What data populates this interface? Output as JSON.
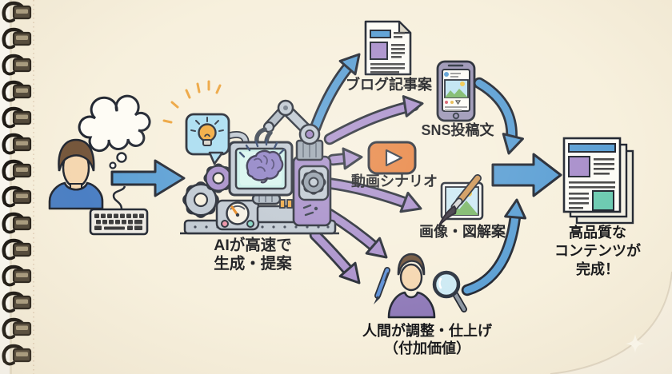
{
  "colors": {
    "paper": "#f7f0dd",
    "outline": "#232832",
    "arrow_blue": "#5b9fd4",
    "arrow_purple": "#a98fcb",
    "machine_gray": "#bfc8d1",
    "machine_purple": "#a58cc8",
    "screen_cyan": "#c9f0e9",
    "brain_purple": "#8d7fc4",
    "bulb_orange": "#f2a93b",
    "play_orange": "#e8813c",
    "bubble_blue": "#a9ddf1",
    "shirt_blue": "#4b7fc4",
    "shirt_purple": "#8f7ab8",
    "skin": "#f5d7b0",
    "hair_brown": "#76573c",
    "doc_teal": "#6ecbb2",
    "text_dark": "#17181b"
  },
  "labels": {
    "machine": {
      "line1": "AIが高速で",
      "line2": "生成・提案"
    },
    "blog": "ブログ記事案",
    "sns": "SNS投稿文",
    "video": "動画シナリオ",
    "image": "画像・図解案",
    "human": {
      "line1": "人間が調整・仕上げ",
      "line2": "（付加価値）"
    },
    "result": {
      "line1": "高品質な",
      "line2": "コンテンツが",
      "line3": "完成！"
    }
  },
  "icons": {
    "thought_bubble": "cloud-thought-bubble",
    "keyboard": "computer-keyboard",
    "idea_bulb": "lightbulb-in-speech-bubble",
    "ai_machine": "robot-arm-brain-monitor-gears",
    "blog": "document-page",
    "sns": "smartphone-social-post",
    "video": "play-button",
    "image": "picture-with-paintbrush",
    "human_editor": "person-with-pen-and-magnifier",
    "result": "stacked-documents",
    "sparkle": "four-point-star"
  }
}
